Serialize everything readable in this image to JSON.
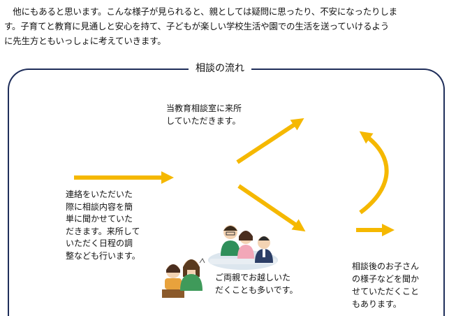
{
  "intro": {
    "lines": [
      "　他にもあると思います。こんな様子が見られると、親としては疑問に思ったり、不安になったりしま",
      "す。子育てと教育に見通しと安心を持て、子どもが楽しい学校生活や園での生活を送っていけるよう",
      "に先生方ともいっしょに考えていきます。"
    ]
  },
  "flow": {
    "title": "相談の流れ",
    "step_visit": [
      "当教育相談室に来所",
      "していただきます。"
    ],
    "step_contact": [
      "連絡をいただいた",
      "際に相談内容を簡",
      "単に聞かせていた",
      "だきます。来所して",
      "いただく日程の調",
      "整なども行います。"
    ],
    "step_parents": [
      "ご両親でお越しいた",
      "だくことも多いです。"
    ],
    "step_after": [
      "相談後のお子さん",
      "の様子などを聞か",
      "せていただくこと",
      "もあります。"
    ]
  },
  "colors": {
    "arrow": "#f5b800",
    "border": "#1f2e5a"
  }
}
